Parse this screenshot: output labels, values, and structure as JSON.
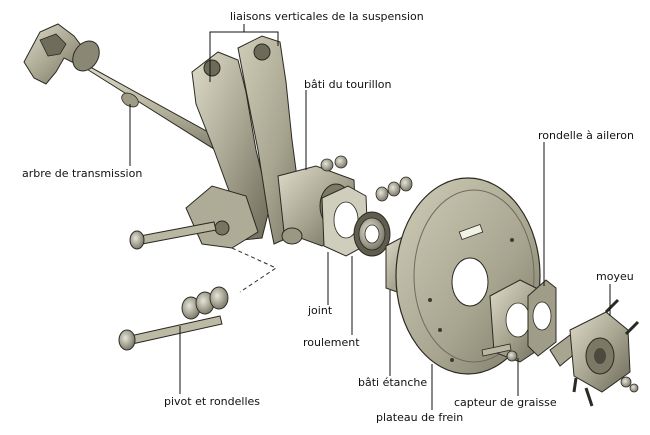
{
  "diagram": {
    "labels": {
      "suspension_links": "liaisons verticales de la suspension",
      "drive_shaft": "arbre de transmission",
      "trunnion_housing": "bâti du tourillon",
      "flap_washer": "rondelle à aileron",
      "hub": "moyeu",
      "gasket": "joint",
      "bearing": "roulement",
      "sealed_housing": "bâti étanche",
      "pivot_washers": "pivot et rondelles",
      "brake_plate": "plateau de frein",
      "grease_sensor": "capteur de graisse"
    },
    "colors": {
      "metal_light": "#c7c6b2",
      "metal_mid": "#9e9c86",
      "metal_dark": "#5e5c4c",
      "outline": "#2b2a22",
      "leader": "#111111"
    }
  }
}
